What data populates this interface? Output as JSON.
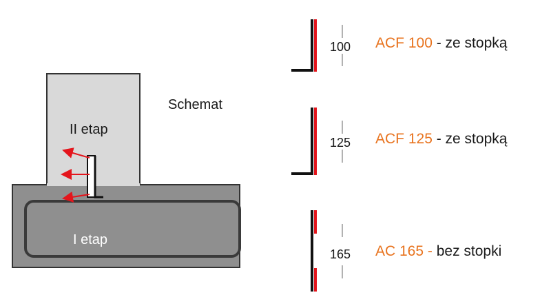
{
  "schematic": {
    "title": "Schemat",
    "stage_upper": "II etap",
    "stage_lower": "I etap"
  },
  "profiles": [
    {
      "dimension": "100",
      "code": "ACF 100",
      "description": " - ze stopką",
      "has_foot": true
    },
    {
      "dimension": "125",
      "code": "ACF 125",
      "description": " - ze stopką",
      "has_foot": true
    },
    {
      "dimension": "165",
      "code": "AC 165 -",
      "description": " bez stopki",
      "has_foot": false
    }
  ],
  "colors": {
    "accent_red": "#e4151c",
    "label_orange": "#e8731e",
    "concrete_upper": "#d9d9d9",
    "concrete_lower": "#8f8f8f",
    "outline": "#333333"
  }
}
